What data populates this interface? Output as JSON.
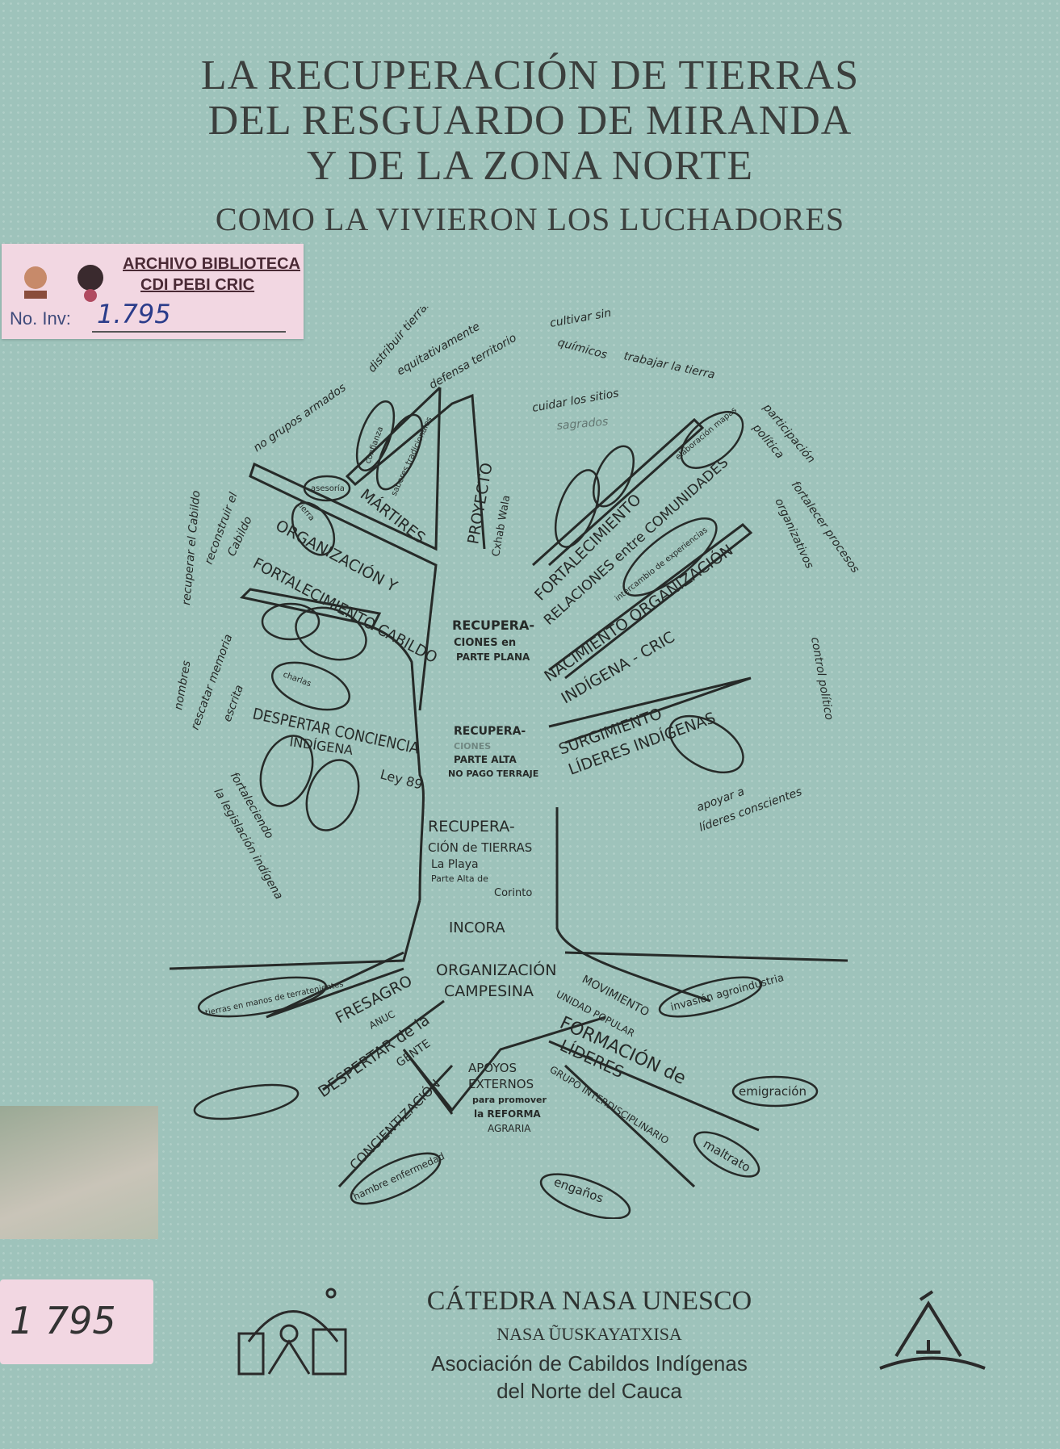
{
  "cover": {
    "title_lines": [
      "LA RECUPERACIÓN DE TIERRAS",
      "DEL RESGUARDO DE MIRANDA",
      "Y DE LA ZONA NORTE"
    ],
    "subtitle": "COMO LA VIVIERON LOS LUCHADORES"
  },
  "sticker": {
    "line1": "ARCHIVO BIBLIOTECA",
    "line2": "CDI PEBI CRIC",
    "inv_label": "No. Inv:",
    "inv_number": "1.795"
  },
  "spine_label": "1 795",
  "tree": {
    "trunk": [
      "RECUPERA-",
      "CIONES en",
      "PARTE PLANA",
      "RECUPERA-",
      "CIONES",
      "PARTE ALTA",
      "NO PAGO TERRAJE",
      "RECUPERA-",
      "CIÓN de TIERRAS",
      "La Playa",
      "Parte Alta de",
      "Corinto",
      "INCORA",
      "ORGANIZACIÓN",
      "CAMPESINA",
      "APOYOS",
      "EXTERNOS",
      "para promover",
      "la REFORMA",
      "AGRARIA"
    ],
    "branches": [
      "MÁRTIRES",
      "PROYECTO",
      "Cxhab Wala",
      "ORGANIZACIÓN Y",
      "FORTALECIMIENTO CABILDO",
      "DESPERTAR CONCIENCIA",
      "INDÍGENA",
      "Ley 89",
      "FORTALECIMIENTO",
      "RELACIONES entre COMUNIDADES",
      "NACIMIENTO ORGANIZACIÓN",
      "INDÍGENA - CRIC",
      "SURGIMIENTO",
      "LÍDERES INDÍGENAS",
      "FRESAGRO",
      "ANUC",
      "DESPERTAR de la",
      "GENTE",
      "CONCIENTIZACIÓN",
      "MOVIMIENTO",
      "UNIDAD POPULAR",
      "FORMACIÓN de",
      "LÍDERES",
      "GRUPO INTERDISCIPLINARIO"
    ],
    "outer": [
      "no grupos armados",
      "distribuir tierras",
      "equitativamente",
      "defensa territorio",
      "cultivar sin",
      "químicos",
      "trabajar la tierra",
      "cuidar los sitios",
      "sagrados",
      "participación",
      "política",
      "fortalecer procesos",
      "organizativos",
      "control político",
      "apoyar a",
      "líderes conscientes",
      "recuperar el Cabildo",
      "reconstruir el",
      "Cabildo",
      "nombres",
      "rescatar memoria",
      "escrita",
      "fortaleciendo",
      "la legislación indígena"
    ],
    "leaves": [
      "confianza",
      "saberes tradicionales",
      "asesoría",
      "tierra",
      "charlas",
      "intercambio de experiencias",
      "elaboración mapas",
      "tierras en manos de terratenientes",
      "invasión agroindustria",
      "emigración",
      "maltrato",
      "engaños",
      "hambre enfermedad"
    ]
  },
  "publisher": {
    "line1": "CÁTEDRA NASA UNESCO",
    "line2": "NASA ŨUSKAYATXISA",
    "line3": "Asociación de Cabildos Indígenas",
    "line4": "del Norte del Cauca"
  },
  "colors": {
    "background": "#9ec3bb",
    "ink": "#262a28",
    "sticker": "#f2d7e2"
  }
}
